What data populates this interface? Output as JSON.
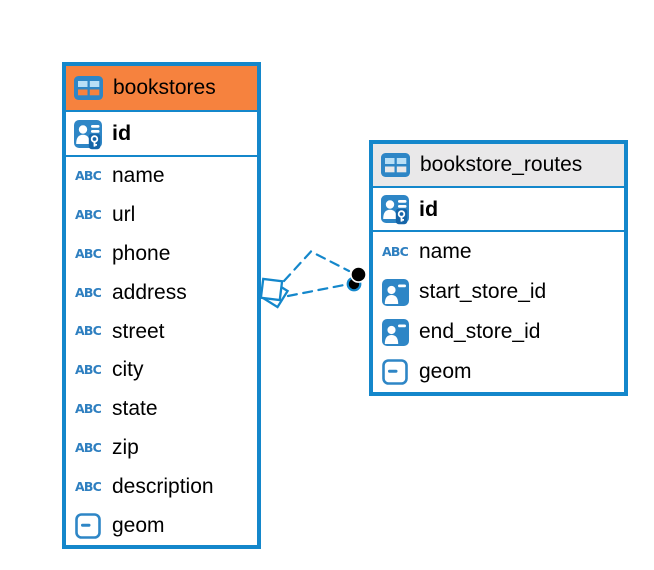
{
  "diagram": {
    "tables": [
      {
        "name": "bookstores",
        "header_color": "#F6823E",
        "pk": {
          "name": "id",
          "icon": "pk"
        },
        "columns": [
          {
            "name": "name",
            "icon": "text"
          },
          {
            "name": "url",
            "icon": "text"
          },
          {
            "name": "phone",
            "icon": "text"
          },
          {
            "name": "address",
            "icon": "text"
          },
          {
            "name": "street",
            "icon": "text"
          },
          {
            "name": "city",
            "icon": "text"
          },
          {
            "name": "state",
            "icon": "text"
          },
          {
            "name": "zip",
            "icon": "text"
          },
          {
            "name": "description",
            "icon": "text"
          },
          {
            "name": "geom",
            "icon": "geometry"
          }
        ]
      },
      {
        "name": "bookstore_routes",
        "header_color": "#E9E8E9",
        "pk": {
          "name": "id",
          "icon": "pk"
        },
        "columns": [
          {
            "name": "name",
            "icon": "text"
          },
          {
            "name": "start_store_id",
            "icon": "fk"
          },
          {
            "name": "end_store_id",
            "icon": "fk"
          },
          {
            "name": "geom",
            "icon": "geometry"
          }
        ]
      }
    ],
    "relationship": {
      "between": [
        "bookstores",
        "bookstore_routes"
      ],
      "line_style": "dashed",
      "line_count": 2,
      "bookstores_end_marker": "stacked-diamond",
      "bookstore_routes_end_marker": "filled-dot"
    }
  },
  "colors": {
    "table_border": "#1487CB",
    "connector": "#1487CB",
    "icon_blue": "#2E86C6",
    "icon_light_blue": "#B9DFF6",
    "bookstores_header": "#F6823E",
    "bookstore_routes_header": "#E9E8E9",
    "background": "#FFFFFF",
    "text": "#000000"
  }
}
